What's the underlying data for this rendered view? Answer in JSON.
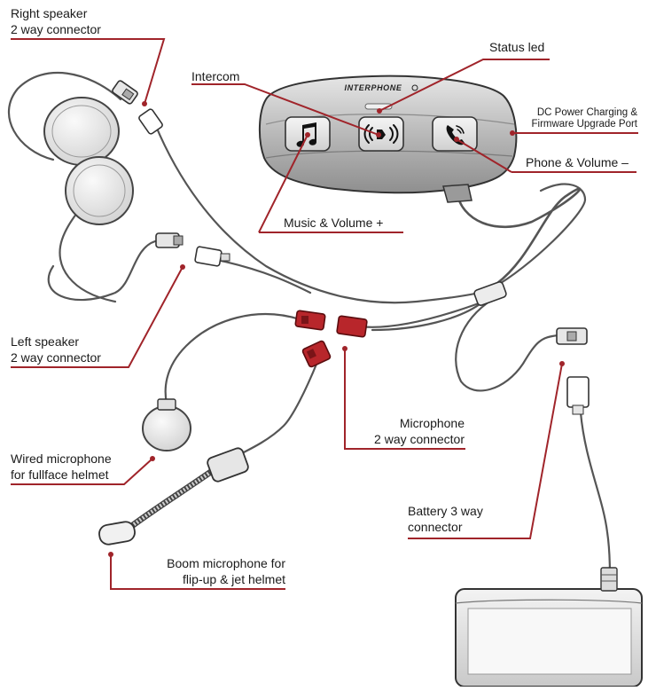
{
  "brand": {
    "logo_text": "INTERPHONE"
  },
  "colors": {
    "callout": "#a0242a",
    "cable": "#555555",
    "red_connector": "#b8262b",
    "device_body": "#b9b9b9",
    "device_face": "#d8d8d8"
  },
  "labels": {
    "right_speaker": {
      "line1": "Right speaker",
      "line2": "2 way connector"
    },
    "status_led": "Status led",
    "intercom": "Intercom",
    "dc_power": {
      "line1": "DC Power Charging &",
      "line2": "Firmware Upgrade Port"
    },
    "phone_volume": "Phone & Volume –",
    "music_volume": "Music & Volume +",
    "left_speaker": {
      "line1": "Left speaker",
      "line2": "2 way connector"
    },
    "microphone": {
      "line1": "Microphone",
      "line2": "2 way connector"
    },
    "wired_mic": {
      "line1": "Wired microphone",
      "line2": "for fullface helmet"
    },
    "battery": {
      "line1": "Battery 3 way",
      "line2": "connector"
    },
    "boom_mic": {
      "line1": "Boom microphone for",
      "line2": "flip-up & jet helmet"
    }
  },
  "icons": {
    "music_button": "music-note-icon",
    "intercom_button": "intercom-icon",
    "phone_button": "phone-icon"
  }
}
